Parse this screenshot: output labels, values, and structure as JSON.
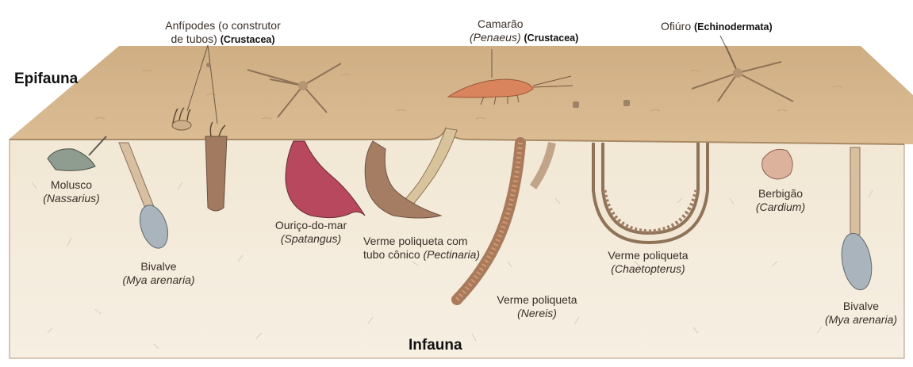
{
  "zones": {
    "epifauna": "Epifauna",
    "infauna": "Infauna"
  },
  "labels": {
    "anfipodes": {
      "line1": "Anfípodes (o construtor",
      "line2": "de tubos)",
      "group": "(Crustacea)"
    },
    "camarao": {
      "name": "Camarão",
      "scientific": "Penaeus",
      "group": "(Crustacea)"
    },
    "ofiuro": {
      "name": "Ofiúro",
      "group": "(Echinodermata)"
    },
    "molusco": {
      "name": "Molusco",
      "scientific": "(Nassarius)"
    },
    "bivalve_left": {
      "name": "Bivalve",
      "scientific": "(Mya arenaria)"
    },
    "ourico": {
      "name": "Ouriço-do-mar",
      "scientific": "(Spatangus)"
    },
    "verme_conico": {
      "line1": "Verme poliqueta com",
      "line2": "tubo cônico",
      "scientific": "(Pectinaria)"
    },
    "verme_nereis": {
      "name": "Verme poliqueta",
      "scientific": "(Nereis)"
    },
    "verme_chaeto": {
      "name": "Verme poliqueta",
      "scientific": "(Chaetopterus)"
    },
    "berbigao": {
      "name": "Berbigão",
      "scientific": "(Cardium)"
    },
    "bivalve_right": {
      "name": "Bivalve",
      "scientific": "(Mya arenaria)"
    }
  },
  "colors": {
    "surface": "#d9b98f",
    "section": "#f3ebdc",
    "label_text": "#3a2f28"
  }
}
